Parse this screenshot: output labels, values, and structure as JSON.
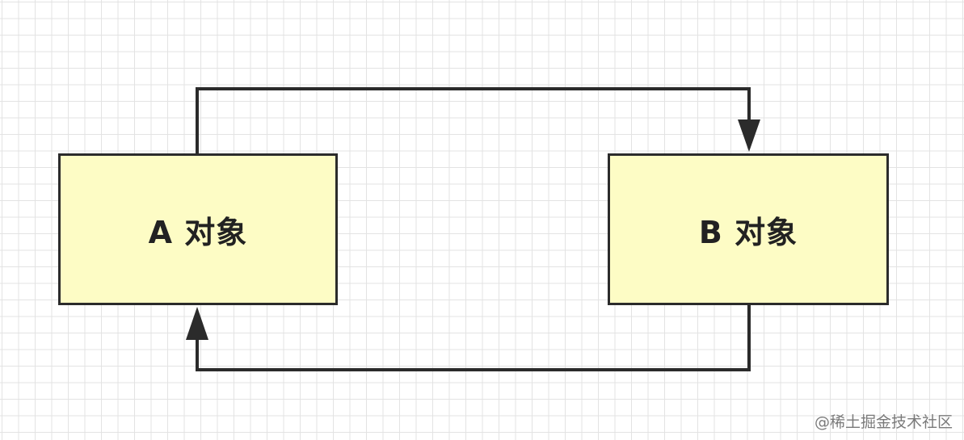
{
  "diagram": {
    "nodes": [
      {
        "id": "a",
        "label": "A 对象"
      },
      {
        "id": "b",
        "label": "B 对象"
      }
    ],
    "edges": [
      {
        "from": "a",
        "to": "b"
      },
      {
        "from": "b",
        "to": "a"
      }
    ]
  },
  "watermark": "@稀土掘金技术社区",
  "colors": {
    "node_fill": "#fdfcc5",
    "stroke": "#2b2b2b",
    "grid": "#e3e3e3"
  }
}
